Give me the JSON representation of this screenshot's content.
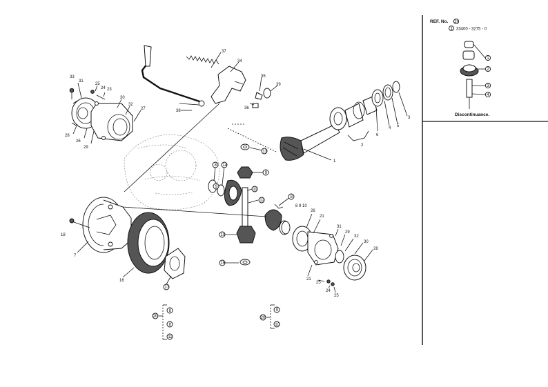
{
  "sidebar": {
    "ref_prefix": "REF. No.",
    "ref_number": "20",
    "part_index": "1",
    "part_number": "33400 - 3275 - 0",
    "discontinuance": "Discontinuance.",
    "part_items": [
      "1",
      "2",
      "3",
      "4"
    ]
  },
  "callouts_plain": [
    "37",
    "34",
    "35",
    "36",
    "39",
    "33",
    "31",
    "25",
    "24",
    "23",
    "38",
    "30",
    "32",
    "27",
    "28",
    "29",
    "26",
    "1",
    "2",
    "6",
    "4",
    "5",
    "3",
    "18",
    "7",
    "16",
    "21",
    "25",
    "24",
    "25",
    "31",
    "29",
    "32",
    "30",
    "28",
    "26",
    "21"
  ],
  "callouts_circled": [
    "13",
    "8",
    "14",
    "9",
    "11",
    "12",
    "8",
    "10",
    "15",
    "17",
    "9",
    "11"
  ],
  "group_labels": [
    "8 9 10"
  ],
  "brackets": {
    "left": {
      "index": "20",
      "items": [
        "8",
        "8",
        "11"
      ]
    },
    "right": {
      "index": "20",
      "items": [
        "9",
        "10"
      ]
    }
  }
}
